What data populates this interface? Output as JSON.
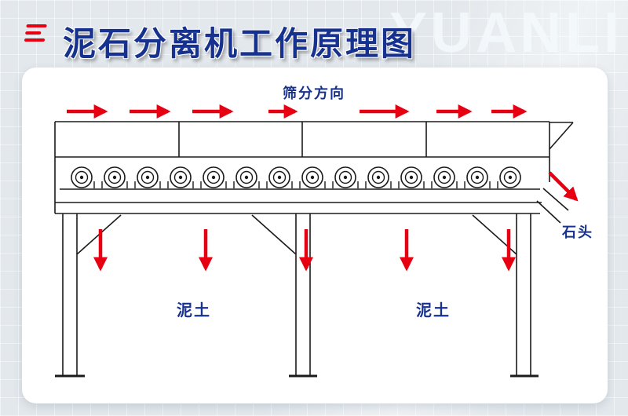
{
  "page": {
    "title": "泥石分离机工作原理图",
    "watermark": "YUANLI"
  },
  "diagram": {
    "direction_label": "筛分方向",
    "mud_left_label": "泥土",
    "mud_right_label": "泥土",
    "stone_label": "石头"
  },
  "colors": {
    "arrow_red": "#e60012",
    "title_blue": "#17318f",
    "line_color": "#1b1b1b",
    "card_bg": "#ffffff",
    "page_bg": "#e3e8ec"
  }
}
